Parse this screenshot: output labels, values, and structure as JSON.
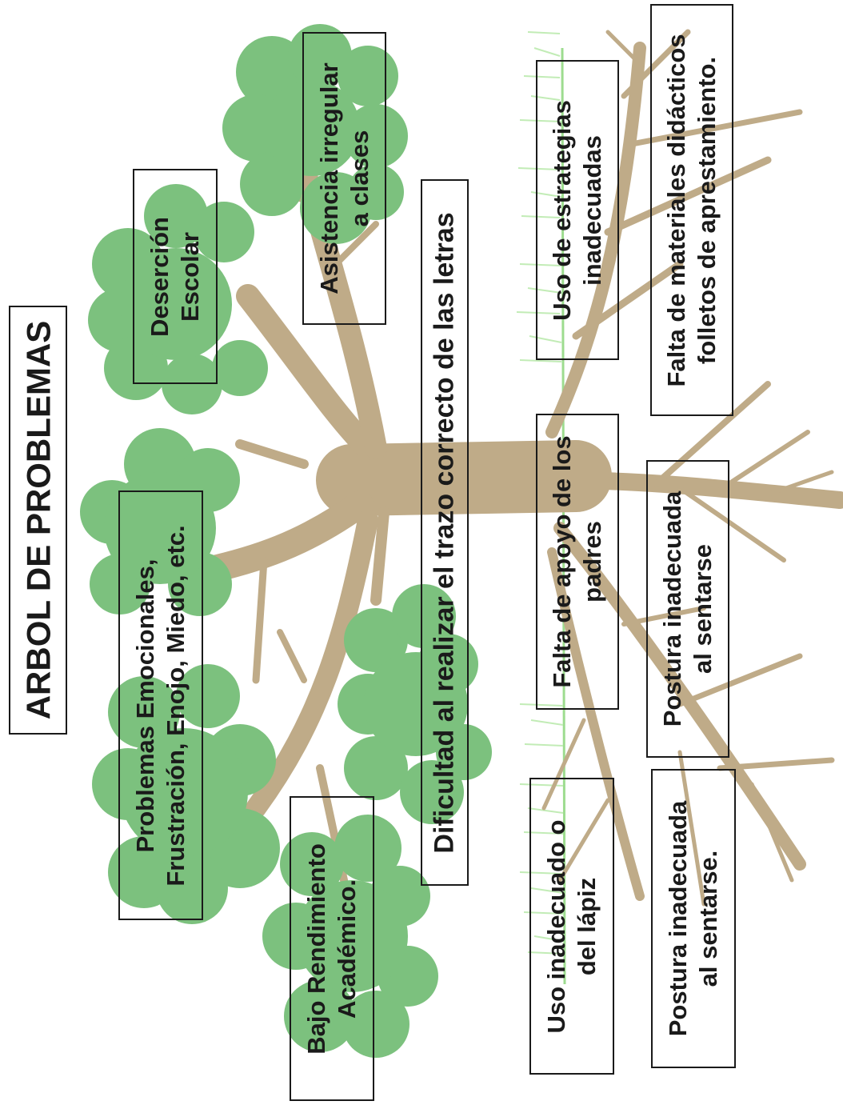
{
  "title": "ARBOL DE PROBLEMAS",
  "problem": "Dificultad al realizar el trazo correcto de las letras",
  "effects": {
    "desercion": [
      "Deserción",
      "Escolar"
    ],
    "asistencia": [
      "Asistencia irregular",
      "a clases"
    ],
    "emocionales": [
      "Problemas Emocionales,",
      "Frustración, Enojo, Miedo, etc."
    ],
    "rendimiento": [
      "Bajo Rendimiento",
      "Académico."
    ]
  },
  "causes": {
    "estrategias": [
      "Uso de estrategias",
      "inadecuadas"
    ],
    "materiales": [
      "Falta de materiales didácticos",
      "folletos de aprestamiento."
    ],
    "apoyo": [
      "Falta de apoyo de los",
      "padres"
    ],
    "postura1": [
      "Postura inadecuada",
      "al sentarse"
    ],
    "lapiz": [
      "Uso inadecuado o",
      "del lápiz"
    ],
    "postura2": [
      "Postura inadecuada",
      "al sentarse."
    ]
  },
  "colors": {
    "foliage": "#7cc17e",
    "trunk": "#bfab88",
    "grass": "#a9e29a",
    "ground": "#9ddc8f",
    "border": "#1a1a1a"
  }
}
